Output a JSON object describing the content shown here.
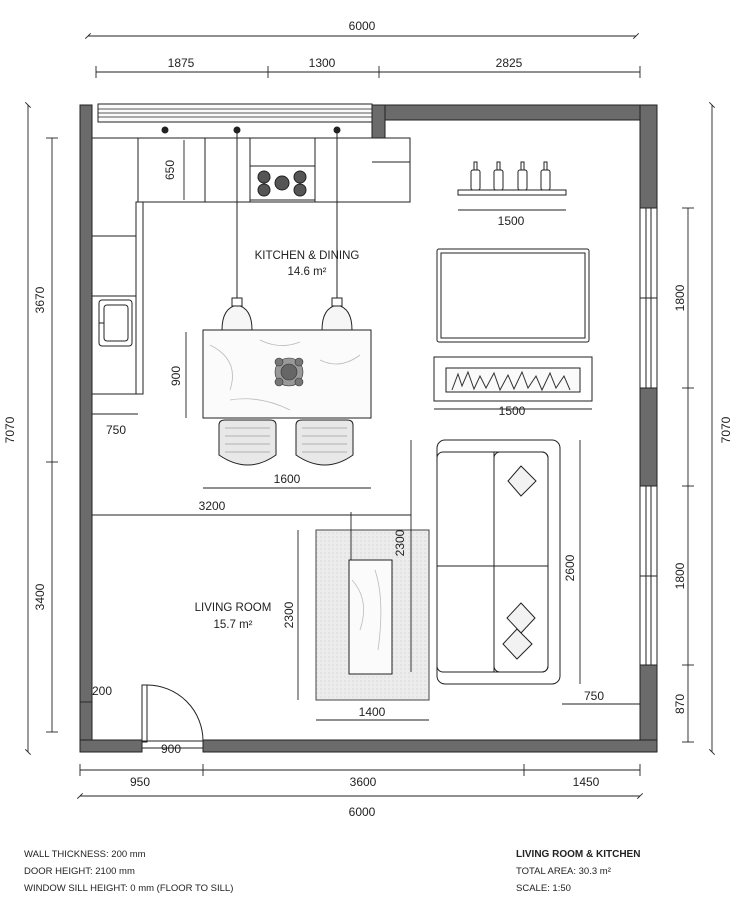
{
  "rooms": {
    "kitchen_dining": {
      "name": "KITCHEN & DINING",
      "area": "14.6 m²"
    },
    "living_room": {
      "name": "LIVING ROOM",
      "area": "15.7 m²"
    }
  },
  "dimensions": {
    "top_overall": "6000",
    "top_seg_1": "1875",
    "top_seg_2": "1300",
    "top_seg_3": "2825",
    "bottom_overall": "6000",
    "bottom_seg_1": "950",
    "bottom_seg_2": "3600",
    "bottom_seg_3": "1450",
    "left_overall": "7070",
    "left_upper": "3670",
    "left_lower": "3400",
    "right_overall": "7070",
    "right_window_1": "1800",
    "right_window_2": "1800",
    "right_bottom": "870",
    "counter_depth": "650",
    "counter_width": "750",
    "table_depth": "900",
    "table_width": "1600",
    "kitchen_living_split": "3200",
    "shelf_width": "1500",
    "fireplace_width": "1500",
    "rug_depth": "2300",
    "rug_width": "1400",
    "coffee_table_depth": "2300",
    "sofa_length": "2600",
    "sofa_clearance": "750",
    "door_wall": "200",
    "door_width": "900"
  },
  "notes": {
    "wall_thickness": "WALL THICKNESS:  200 mm",
    "door_height": "DOOR HEIGHT:  2100 mm",
    "window_sill": "WINDOW SILL HEIGHT:  0 mm (FLOOR TO SILL)"
  },
  "summary": {
    "title": "LIVING ROOM & KITCHEN",
    "total_area": "TOTAL AREA:  30.3 m²",
    "scale": "SCALE:  1:50"
  },
  "colors": {
    "wall": "#6b6b6b",
    "line": "#222222",
    "furniture_fill": "#f4f4f4"
  }
}
